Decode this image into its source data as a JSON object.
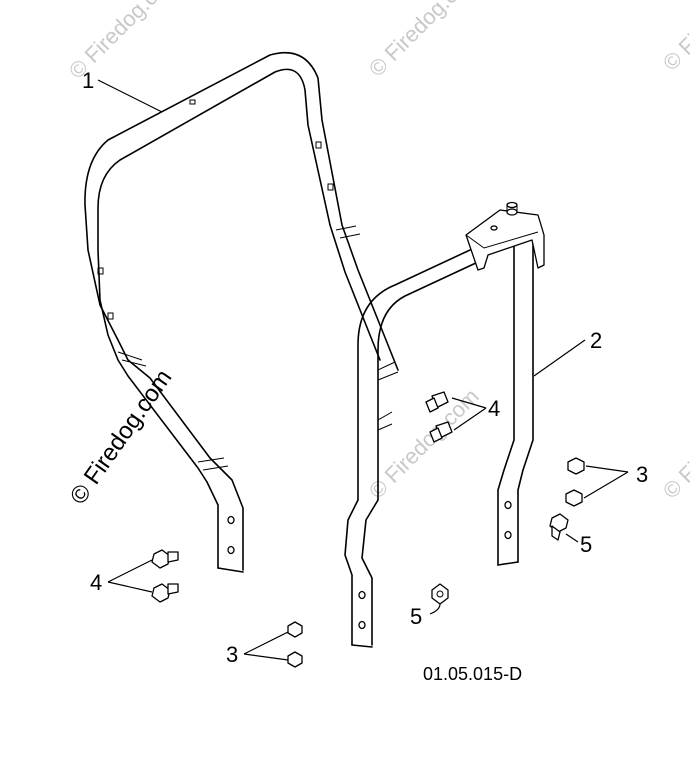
{
  "watermarks": {
    "main": "© Firedog.com",
    "repeat": "© Firedog.com"
  },
  "callouts": {
    "c1": "1",
    "c2": "2",
    "c3_right": "3",
    "c3_bottom": "3",
    "c4_right": "4",
    "c4_left": "4",
    "c5_right": "5",
    "c5_bottom": "5"
  },
  "drawing_code": "01.05.015-D"
}
